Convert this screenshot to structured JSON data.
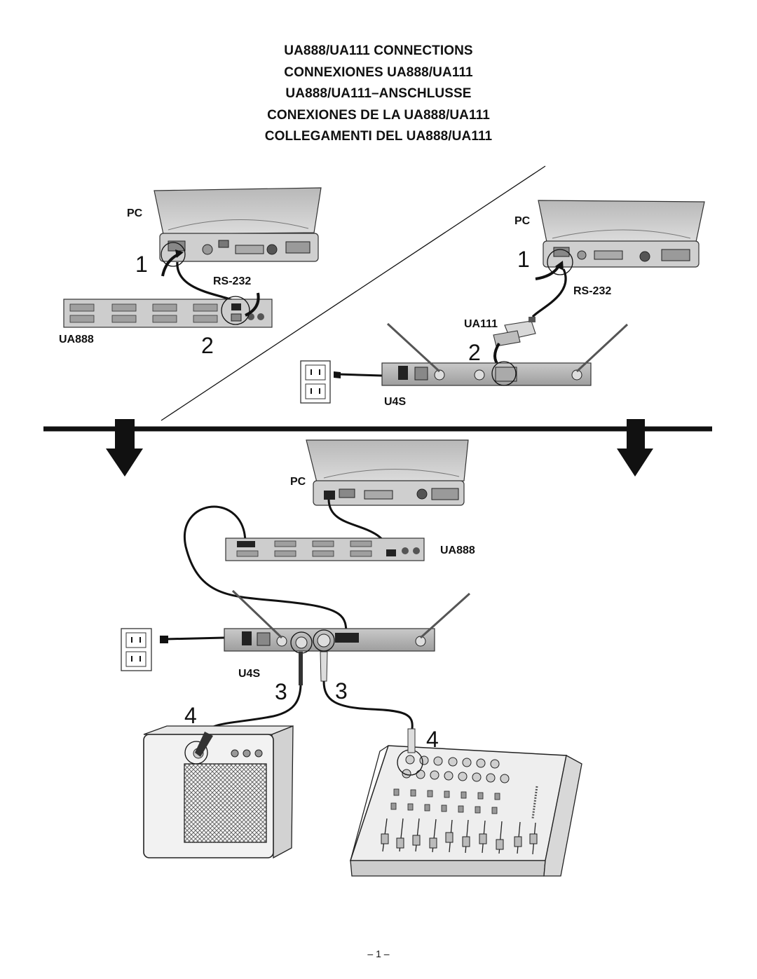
{
  "titles": [
    "UA888/UA111 CONNECTIONS",
    "CONNEXIONES UA888/UA111",
    "UA888/UA111–ANSCHLUSSE",
    "CONEXIONES DE LA UA888/UA111",
    "COLLEGAMENTI DEL UA888/UA111"
  ],
  "labels": {
    "pc": "PC",
    "rs232": "RS-232",
    "ua888": "UA888",
    "ua111": "UA111",
    "u4s": "U4S"
  },
  "steps": {
    "one": "1",
    "two": "2",
    "three": "3",
    "four": "4"
  },
  "page_number": "– 1 –"
}
